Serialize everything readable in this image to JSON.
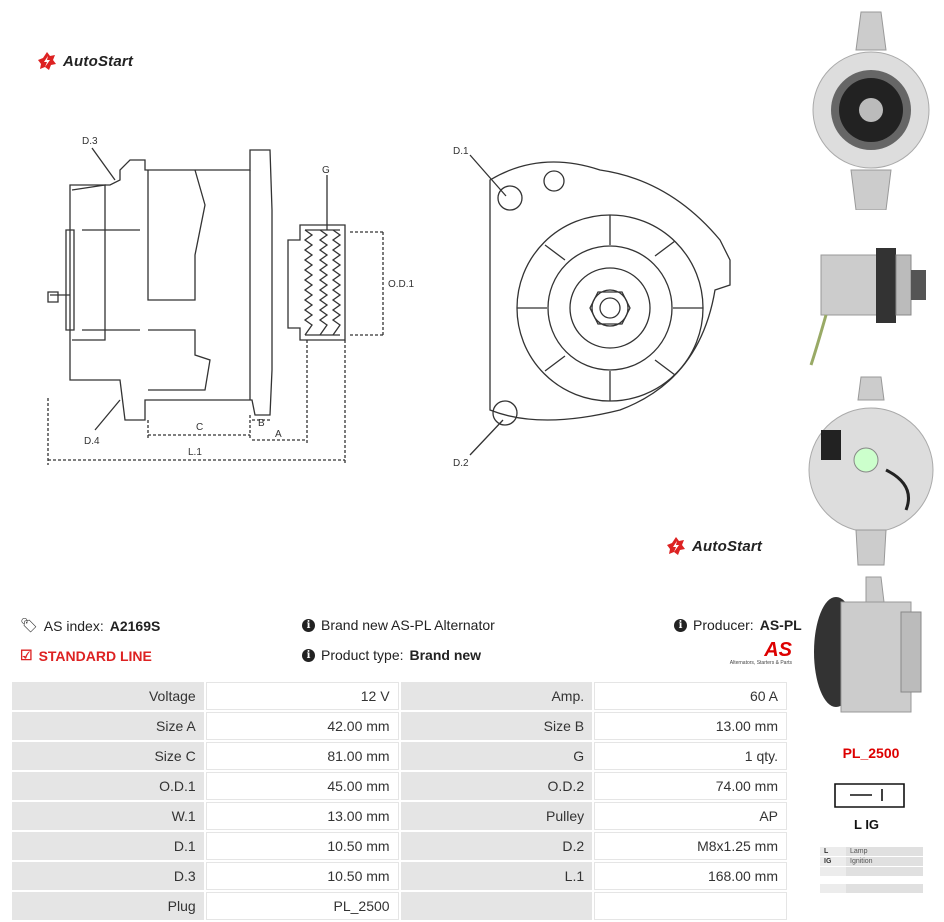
{
  "brand": {
    "logo_text": "AutoStart"
  },
  "drawing": {
    "labels": {
      "d1": "D.1",
      "d2": "D.2",
      "d3": "D.3",
      "d4": "D.4",
      "g": "G",
      "od1": "O.D.1",
      "a": "A",
      "b": "B",
      "c": "C",
      "l1": "L.1"
    }
  },
  "info": {
    "as_index_label": "AS index:",
    "as_index_value": "A2169S",
    "standard_line": "STANDARD LINE",
    "description": "Brand new AS-PL Alternator",
    "product_type_label": "Product type:",
    "product_type_value": "Brand new",
    "producer_label": "Producer:",
    "producer_value": "AS-PL",
    "producer_logo_text": "AS",
    "producer_logo_sub": "Alternators, Starters & Parts"
  },
  "specs": [
    {
      "l1": "Voltage",
      "v1": "12 V",
      "l2": "Amp.",
      "v2": "60 A"
    },
    {
      "l1": "Size A",
      "v1": "42.00 mm",
      "l2": "Size B",
      "v2": "13.00 mm"
    },
    {
      "l1": "Size C",
      "v1": "81.00 mm",
      "l2": "G",
      "v2": "1 qty."
    },
    {
      "l1": "O.D.1",
      "v1": "45.00 mm",
      "l2": "O.D.2",
      "v2": "74.00 mm"
    },
    {
      "l1": "W.1",
      "v1": "13.00 mm",
      "l2": "Pulley",
      "v2": "AP"
    },
    {
      "l1": "D.1",
      "v1": "10.50 mm",
      "l2": "D.2",
      "v2": "M8x1.25 mm"
    },
    {
      "l1": "D.3",
      "v1": "10.50 mm",
      "l2": "L.1",
      "v2": "168.00 mm"
    },
    {
      "l1": "Plug",
      "v1": "PL_2500",
      "l2": "",
      "v2": ""
    }
  ],
  "plug": {
    "code": "PL_2500",
    "terminals": "L  IG",
    "pins": [
      {
        "key": "L",
        "desc": "Lamp"
      },
      {
        "key": "IG",
        "desc": "Ignition"
      }
    ]
  },
  "colors": {
    "accent_red": "#dd2222",
    "table_label_bg": "#e5e5e5"
  }
}
